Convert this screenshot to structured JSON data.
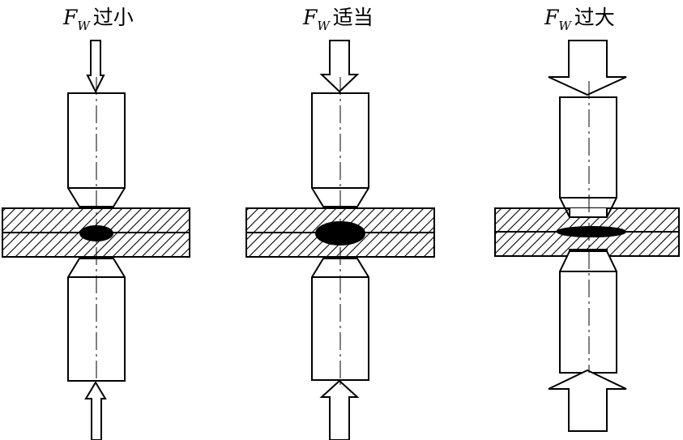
{
  "panels": [
    {
      "force_symbol": "F",
      "force_subscript": "W",
      "caption": "过小"
    },
    {
      "force_symbol": "F",
      "force_subscript": "W",
      "caption": "适当"
    },
    {
      "force_symbol": "F",
      "force_subscript": "W",
      "caption": "过大"
    }
  ],
  "colors": {
    "line": "#000000",
    "fill": "#ffffff",
    "nugget": "#000000"
  }
}
